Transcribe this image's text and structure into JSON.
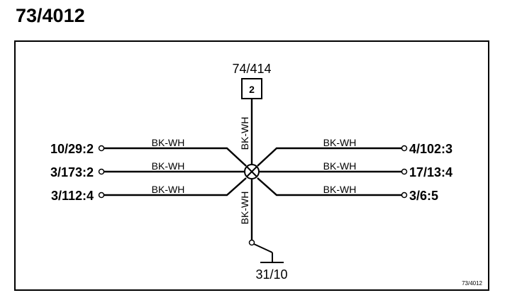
{
  "title": "73/4012",
  "top_component": "74/414",
  "top_pin": "2",
  "bottom_ground": "31/10",
  "left_terminals": [
    "10/29:2",
    "3/173:2",
    "3/112:4"
  ],
  "right_terminals": [
    "4/102:3",
    "17/13:4",
    "3/6:5"
  ],
  "wire_color_label": "BK-WH",
  "footer_code": "73/4012"
}
